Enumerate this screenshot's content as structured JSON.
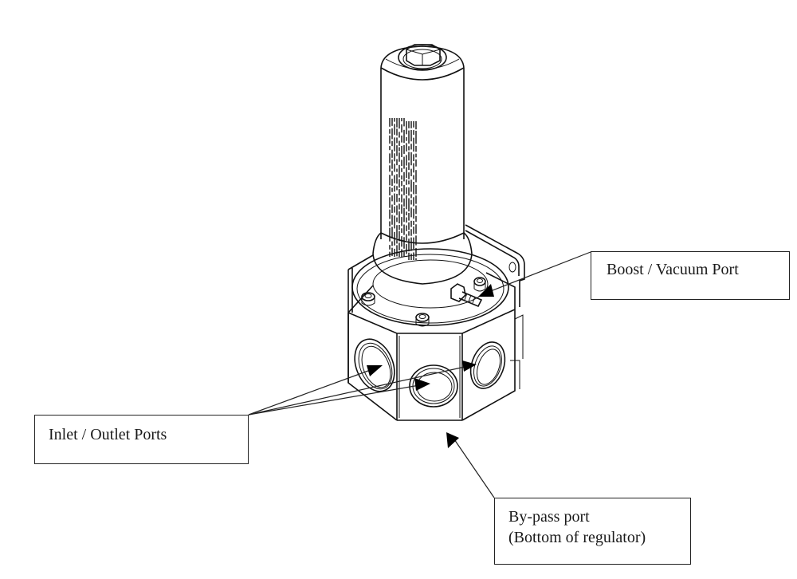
{
  "figure": {
    "subject": "regulator",
    "callouts": {
      "boost_vacuum": {
        "label": "Boost / Vacuum Port"
      },
      "inlet_outlet": {
        "label": "Inlet / Outlet Ports"
      },
      "bypass": {
        "line1": "By-pass port",
        "line2": "(Bottom of regulator)"
      }
    }
  }
}
